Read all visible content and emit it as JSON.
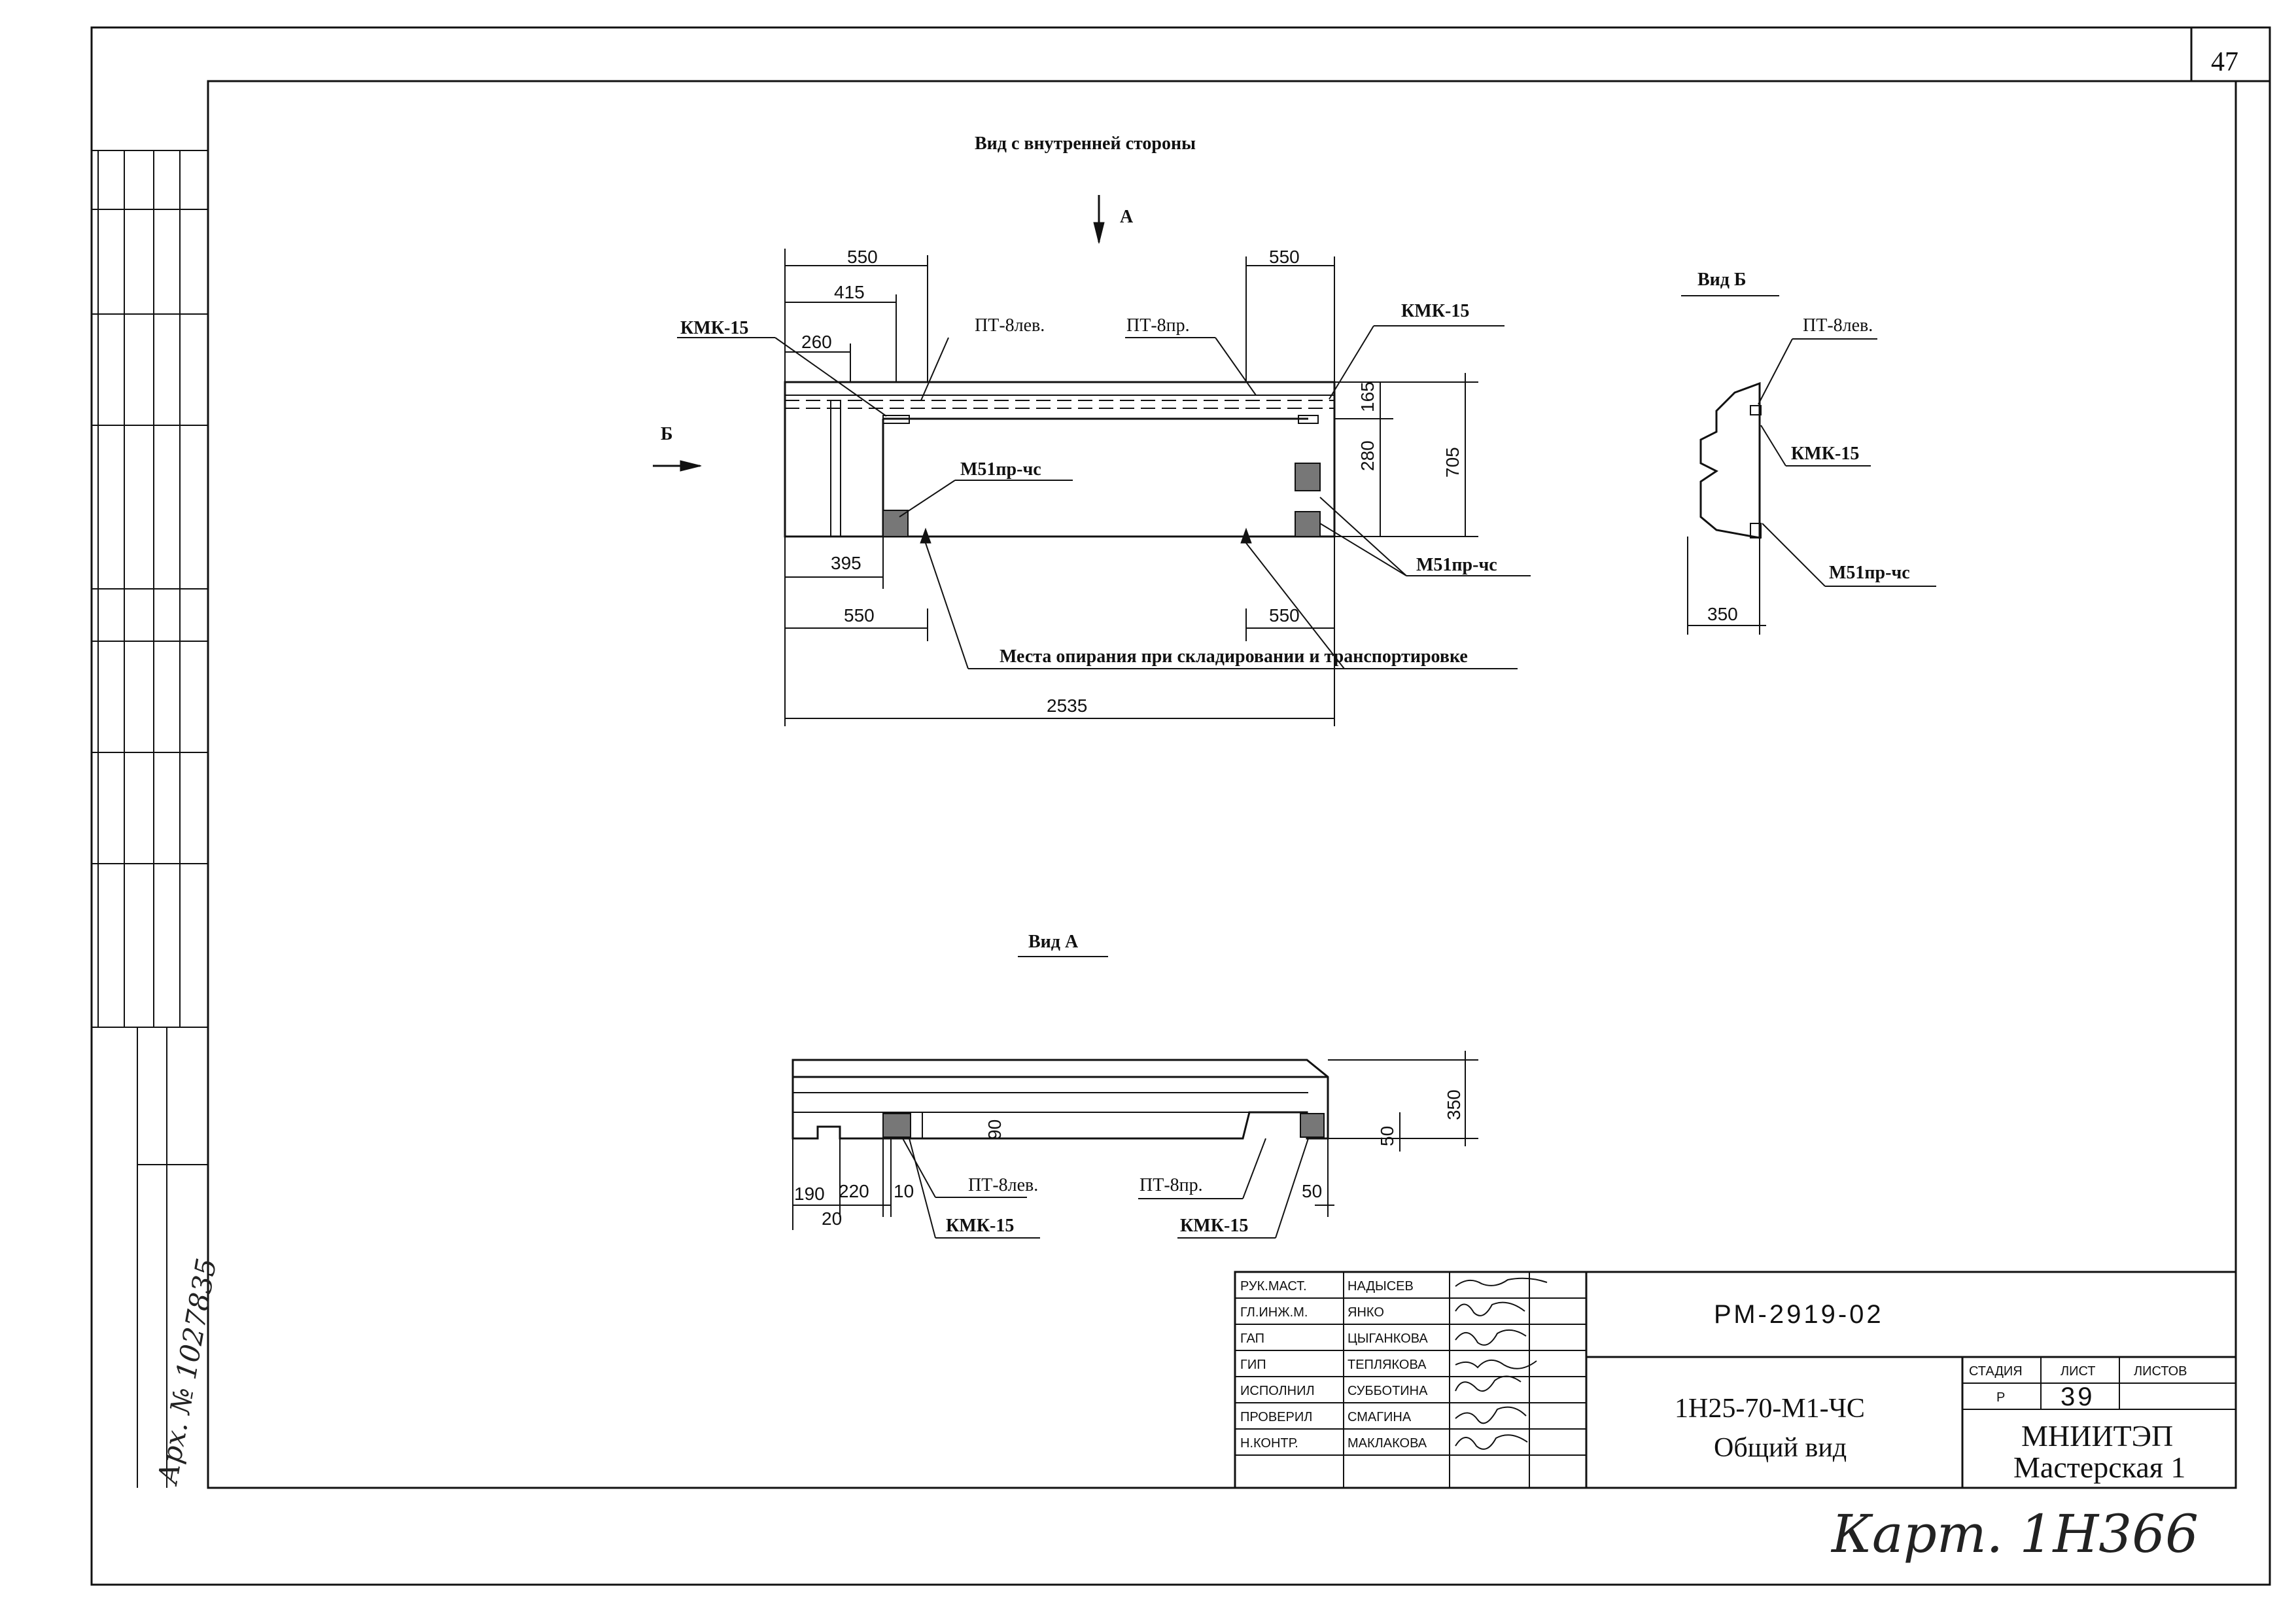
{
  "page_number": "47",
  "view_inner": {
    "title": "Вид с внутренней стороны",
    "arrow_a": "А",
    "arrow_b": "Б"
  },
  "view_b": {
    "title": "Вид Б"
  },
  "view_a": {
    "title": "Вид А"
  },
  "labels": {
    "kmk15": "КМК-15",
    "pt8lev": "ПТ-8лев.",
    "pt8pr": "ПТ-8пр.",
    "m51_left": "М51пр-чс",
    "m51_right": "М51пр-чс",
    "m51_b": "М51пр-чс",
    "support_note": "Места опирания при складировании и транспортировке"
  },
  "dims": {
    "top_550_left": "550",
    "top_415": "415",
    "top_260": "260",
    "top_550_right": "550",
    "h_165": "165",
    "h_280": "280",
    "h_705": "705",
    "bot_395": "395",
    "bot_550_left": "550",
    "bot_550_right": "550",
    "total_2535": "2535",
    "vb_350": "350",
    "va_350": "350",
    "va_90": "90",
    "va_50_right": "50",
    "va_50_bottom": "50",
    "va_190": "190",
    "va_220": "220",
    "va_10": "10",
    "va_20": "20"
  },
  "title_block": {
    "doc_code": "РМ-2919-02",
    "product": "1Н25-70-М1-ЧС",
    "sheet_name": "Общий вид",
    "headers": {
      "stage": "СТАДИЯ",
      "sheet": "ЛИСТ",
      "sheets": "ЛИСТОВ"
    },
    "stage": "Р",
    "sheet_no": "39",
    "org": "МНИИТЭП",
    "workshop": "Мастерская 1",
    "roles": [
      {
        "role": "РУК.МАСТ.",
        "name": "НАДЫСЕВ"
      },
      {
        "role": "ГЛ.ИНЖ.М.",
        "name": "ЯНКО"
      },
      {
        "role": "ГАП",
        "name": "ЦЫГАНКОВА"
      },
      {
        "role": "ГИП",
        "name": "ТЕПЛЯКОВА"
      },
      {
        "role": "ИСПОЛНИЛ",
        "name": "СУББОТИНА"
      },
      {
        "role": "ПРОВЕРИЛ",
        "name": "СМАГИНА"
      },
      {
        "role": "Н.КОНТР.",
        "name": "МАКЛАКОВА"
      }
    ]
  },
  "handwriting": {
    "bottom_note": "Карт. 1Н366",
    "margin_note": "Арх. № 1027835"
  }
}
